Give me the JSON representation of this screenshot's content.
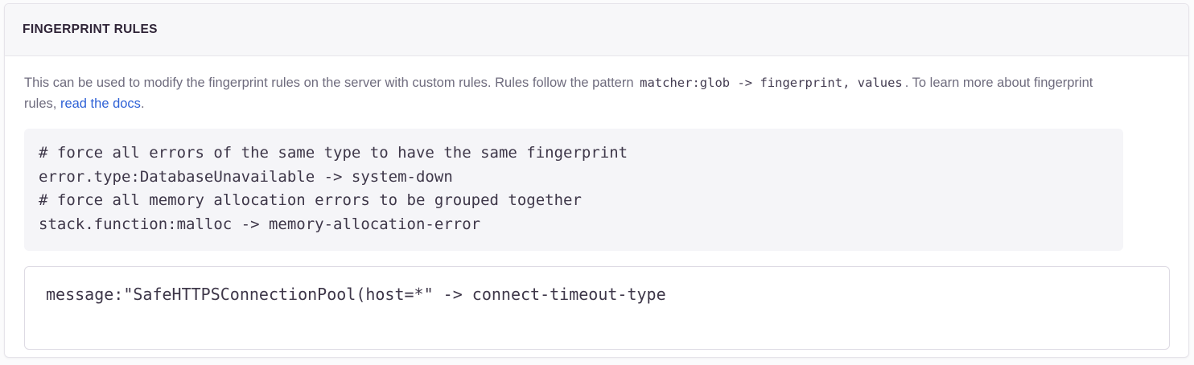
{
  "panel": {
    "title": "FINGERPRINT RULES"
  },
  "description": {
    "part1": "This can be used to modify the fingerprint rules on the server with custom rules. Rules follow the pattern",
    "inline_code": "matcher:glob -> fingerprint, values",
    "part2": ". To learn more about fingerprint rules,",
    "link_label": "read the docs",
    "part3": "."
  },
  "example_code": "# force all errors of the same type to have the same fingerprint\nerror.type:DatabaseUnavailable -> system-down\n# force all memory allocation errors to be grouped together\nstack.function:malloc -> memory-allocation-error",
  "rules_input": {
    "value": "message:\"SafeHTTPSConnectionPool(host=*\" -> connect-timeout-type",
    "placeholder": ""
  },
  "colors": {
    "link": "#2f62d6",
    "header_bg": "#f7f7f9",
    "code_bg": "#f5f5f8",
    "title_text": "#2f2437",
    "body_text": "#6f6c7e",
    "code_text": "#3e3749",
    "border": "#e6e4ea"
  }
}
